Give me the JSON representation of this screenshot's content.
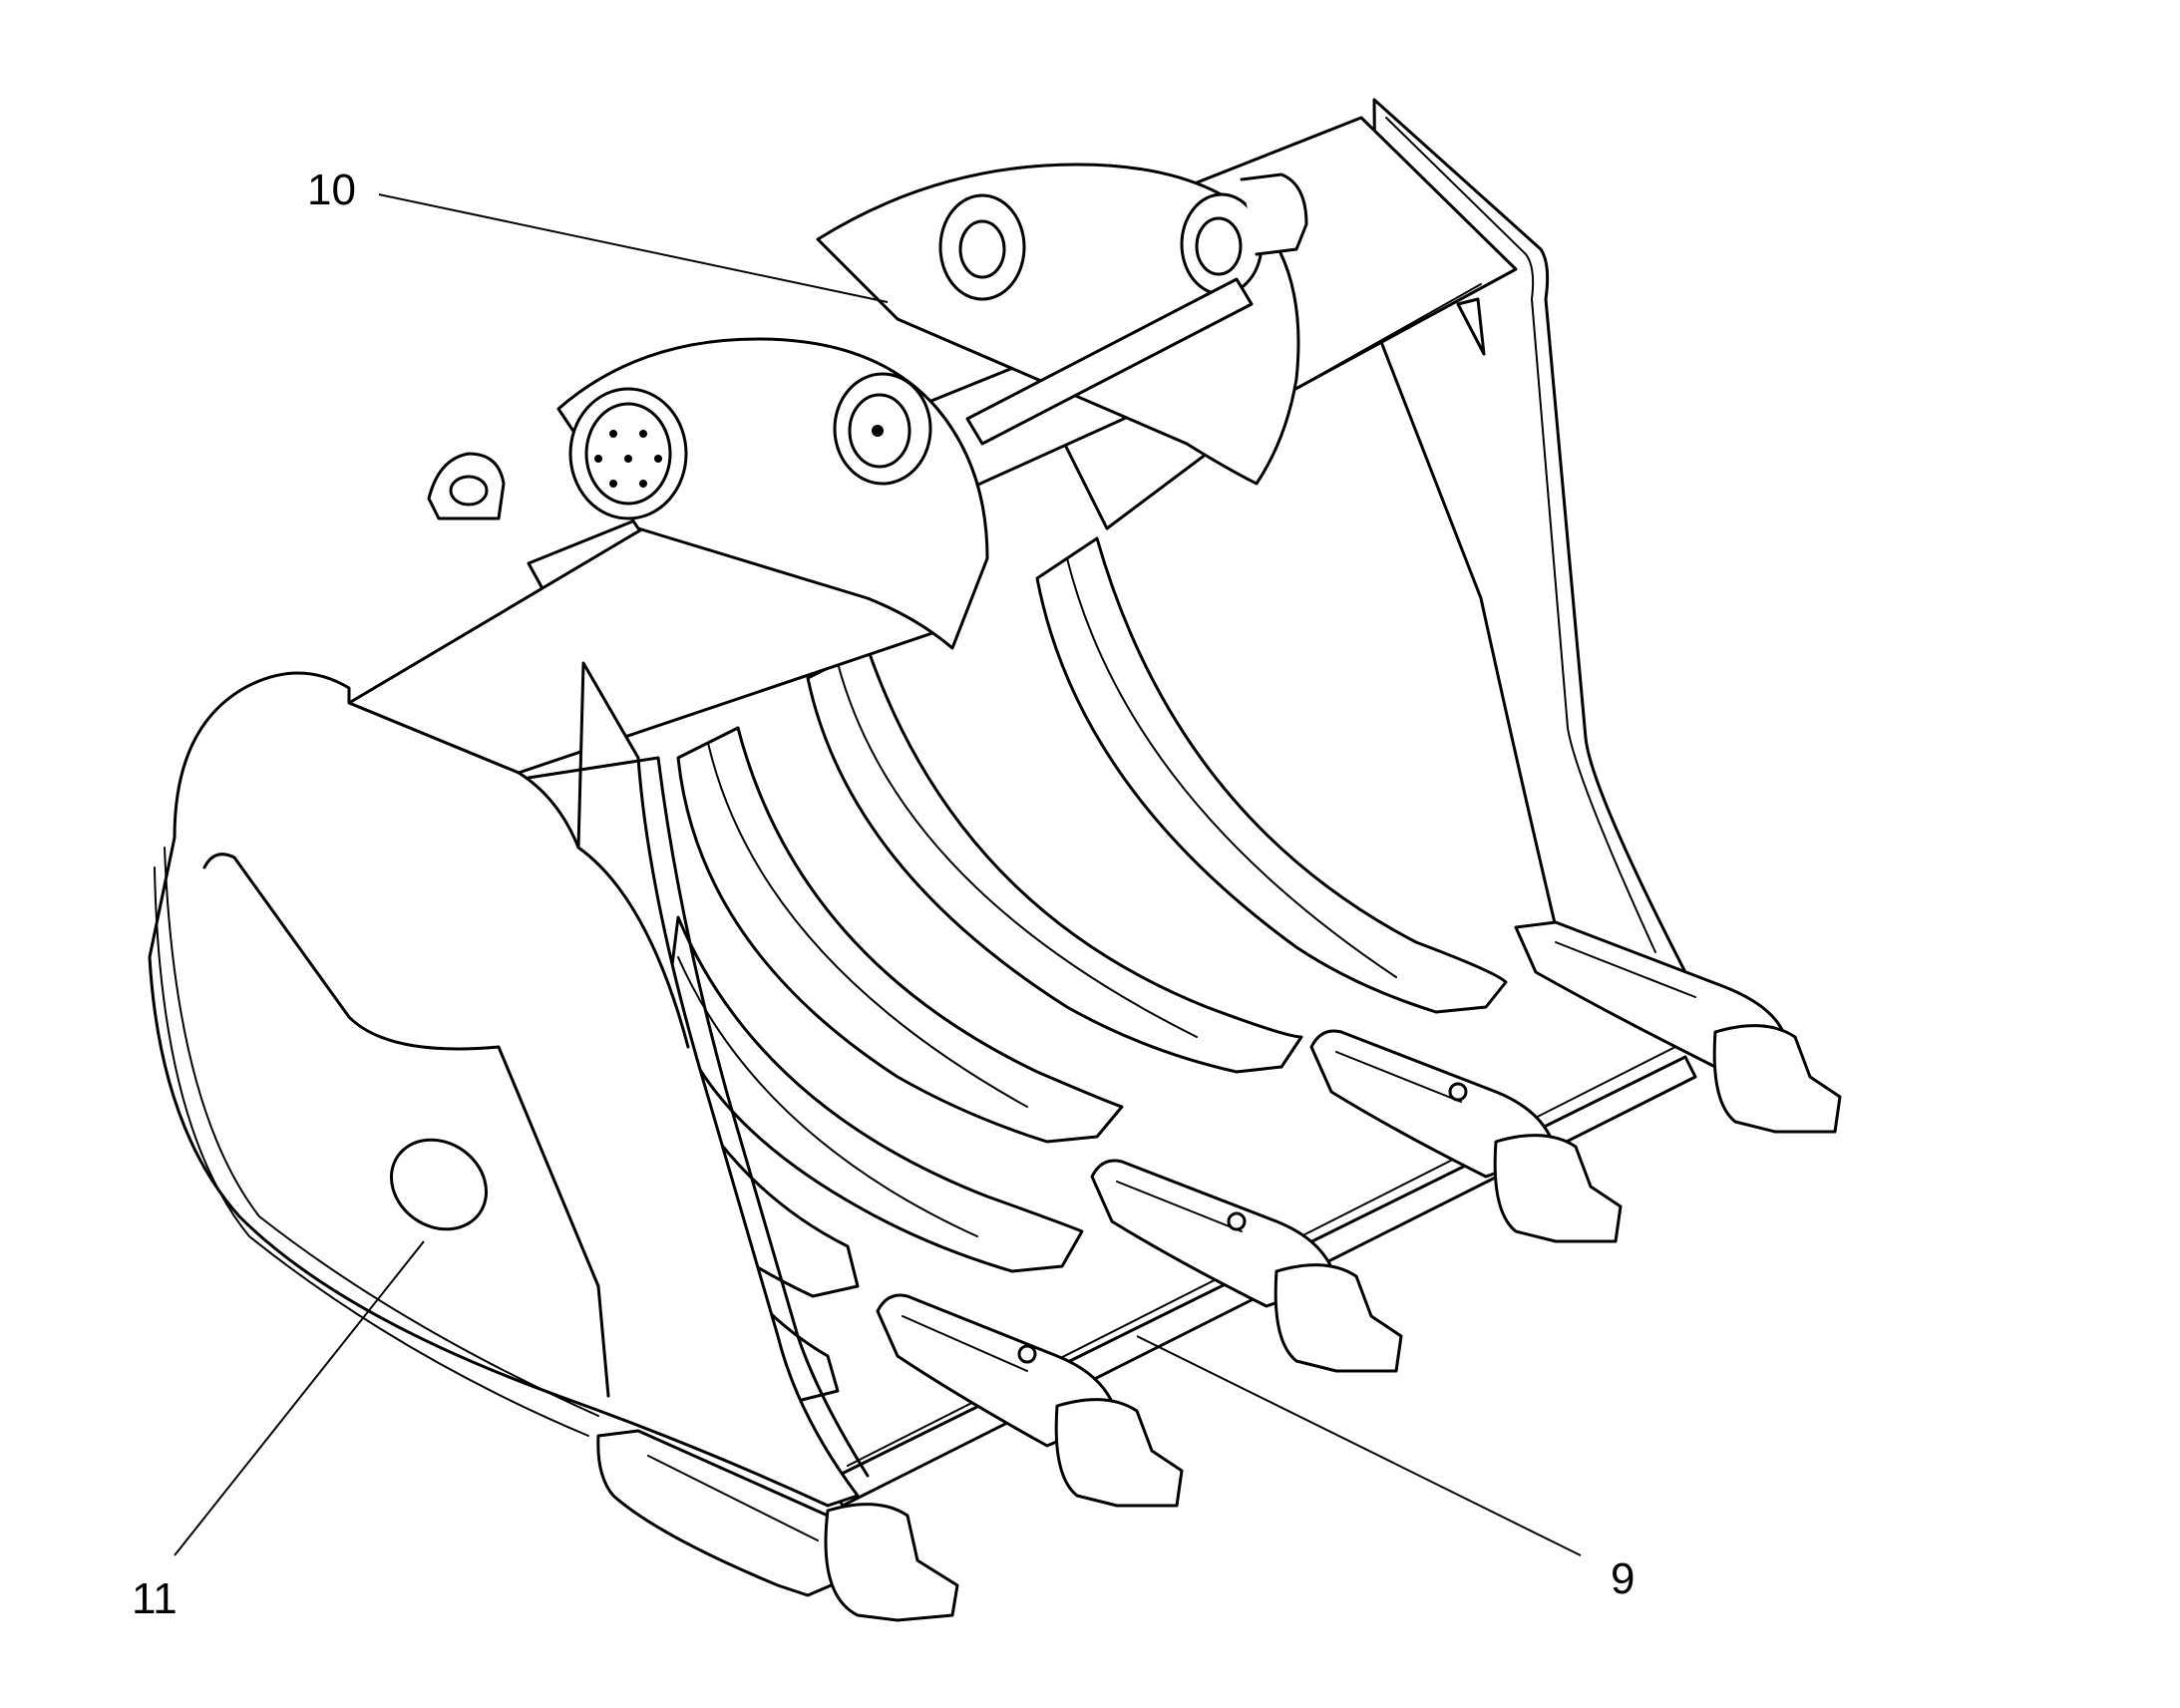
{
  "callouts": {
    "part_9": "9",
    "part_10": "10",
    "part_11": "11"
  },
  "colors": {
    "line": "#000000",
    "background": "#ffffff"
  }
}
